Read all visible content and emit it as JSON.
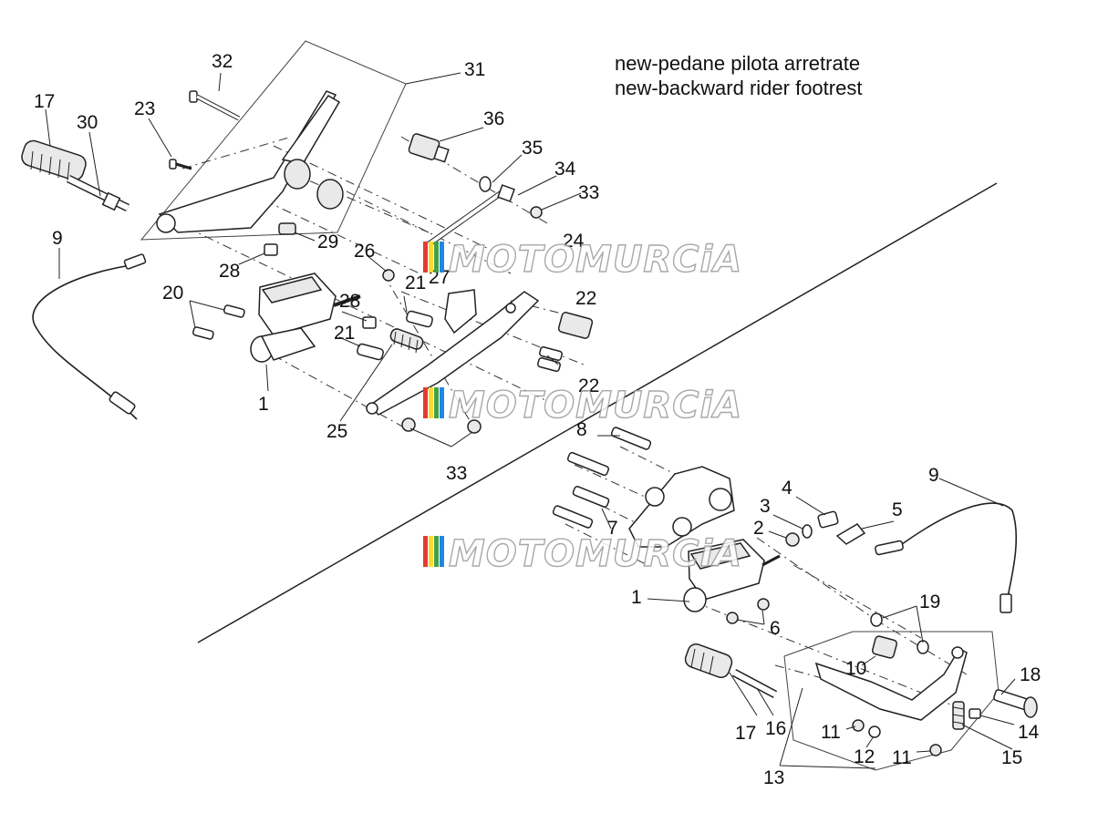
{
  "title": {
    "line1": "new-pedane pilota arretrate",
    "line2": "new-backward rider footrest"
  },
  "watermark": "MOTOMURCiA",
  "watermark_colors": [
    "#e53935",
    "#fdd835",
    "#43a047",
    "#1e88e5"
  ],
  "callouts": {
    "upper": {
      "c32": "32",
      "c31": "31",
      "c17": "17",
      "c30": "30",
      "c23": "23",
      "c36": "36",
      "c35": "35",
      "c34": "34",
      "c33a": "33",
      "c9": "9",
      "c29": "29",
      "c26": "26",
      "c28a": "28",
      "c24": "24",
      "c20": "20",
      "c21a": "21",
      "c27": "27",
      "c22a": "22",
      "c28b": "28",
      "c21b": "21",
      "c1": "1",
      "c22b": "22",
      "c25": "25",
      "c33b": "33"
    },
    "lower": {
      "c8": "8",
      "c9": "9",
      "c4": "4",
      "c3": "3",
      "c5": "5",
      "c2": "2",
      "c7": "7",
      "c1": "1",
      "c6": "6",
      "c19": "19",
      "c10": "10",
      "c18": "18",
      "c17": "17",
      "c16": "16",
      "c11a": "11",
      "c14": "14",
      "c12": "12",
      "c11b": "11",
      "c15": "15",
      "c13": "13"
    }
  }
}
